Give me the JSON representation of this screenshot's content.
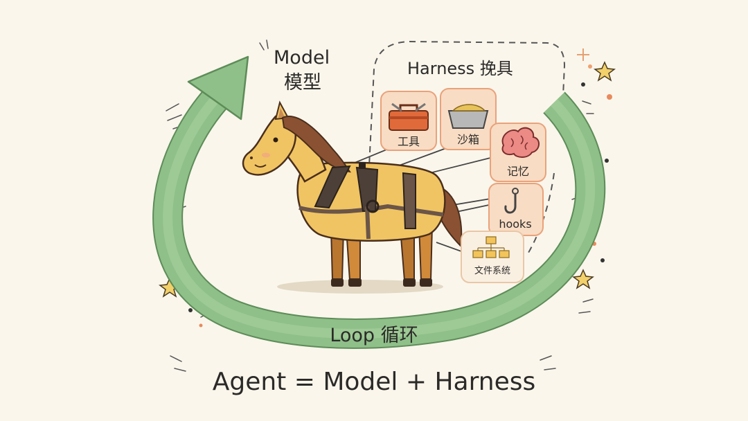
{
  "model": {
    "label_en": "Model",
    "label_zh": "模型"
  },
  "harness": {
    "label": "Harness 挽具"
  },
  "components": [
    {
      "label": "工具",
      "icon": "toolbox-icon"
    },
    {
      "label": "沙箱",
      "icon": "sandbox-icon"
    },
    {
      "label": "记忆",
      "icon": "brain-icon"
    },
    {
      "label": "hooks",
      "icon": "hook-icon"
    },
    {
      "label": "文件系统",
      "icon": "folder-tree-icon"
    }
  ],
  "loop": {
    "label": "Loop 循环"
  },
  "formula": {
    "text": "Agent = Model + Harness"
  },
  "colors": {
    "loop_arrow": "#8fc089",
    "tile_fill": "#f8dcc4",
    "tile_stroke": "#e9a27a",
    "horse_body": "#f0c462",
    "mane": "#8a5232"
  }
}
